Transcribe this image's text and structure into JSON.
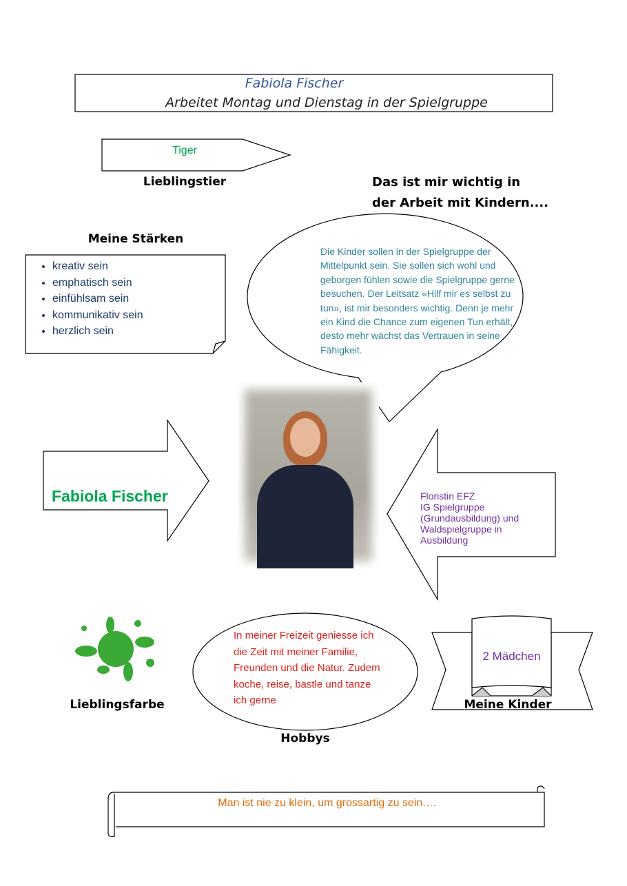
{
  "header": {
    "name": "Fabiola Fischer",
    "subtitle": "Arbeitet Montag und Dienstag in der Spielgruppe"
  },
  "favorite_animal": {
    "value": "Tiger",
    "label": "Lieblingstier"
  },
  "important": {
    "heading_line1": "Das ist mir wichtig in",
    "heading_line2": "der Arbeit mit Kindern....",
    "text": "Die Kinder sollen in der Spielgruppe der Mittelpunkt sein. Sie sollen sich wohl und geborgen fühlen sowie die Spielgruppe gerne besuchen. Der Leitsatz «Hilf mir es selbst zu tun», ist mir besonders wichtig. Denn je mehr ein Kind die Chance zum eigenen Tun erhält, desto mehr wächst das Vertrauen in seine Fähigkeit."
  },
  "strengths": {
    "label": "Meine Stärken",
    "items": [
      "kreativ sein",
      "emphatisch sein",
      "einfühlsam sein",
      "kommunikativ sein",
      "herzlich sein"
    ]
  },
  "name_arrow": "Fabiola Fischer",
  "education": {
    "lines": [
      "Floristin EFZ",
      "IG Spielgruppe",
      "(Grundausbildung)  und",
      "Waldspielgruppe in",
      "Ausbildung"
    ]
  },
  "favorite_color": {
    "label": "Lieblingsfarbe",
    "color": "#3aa935"
  },
  "hobbies": {
    "text": "In meiner Freizeit geniesse ich die Zeit mit meiner Familie, Freunden und die Natur. Zudem koche, reise, bastle und tanze ich gerne",
    "label": "Hobbys"
  },
  "children": {
    "value": "2 Mädchen",
    "label": "Meine Kinder"
  },
  "quote": "Man ist nie zu klein, um grossartig zu sein.…"
}
